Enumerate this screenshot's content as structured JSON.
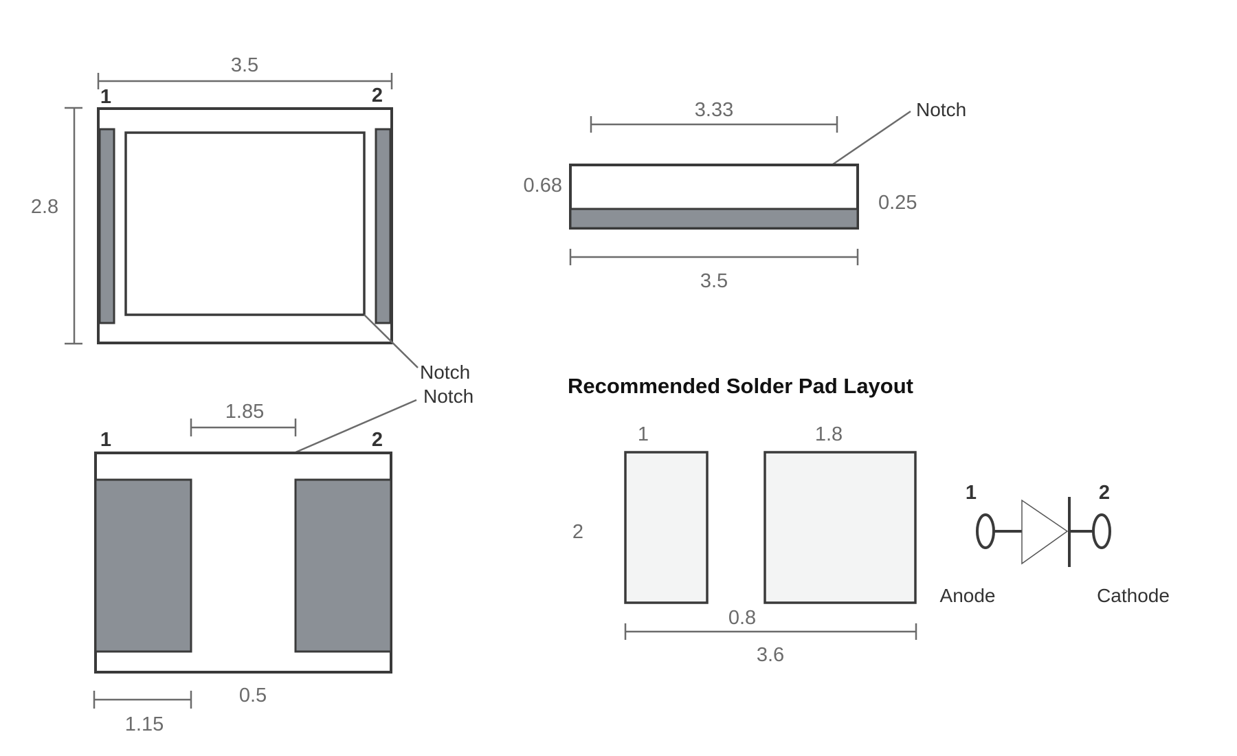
{
  "top_view": {
    "width_dim": "3.5",
    "height_dim": "2.8",
    "pin1": "1",
    "pin2": "2",
    "notch_label": "Notch"
  },
  "side_view": {
    "notch_width_dim": "3.33",
    "height_dim": "0.68",
    "base_dim": "0.25",
    "length_dim": "3.5",
    "notch_label": "Notch"
  },
  "bottom_view": {
    "notch_label": "Notch",
    "gap_dim": "1.85",
    "pin1": "1",
    "pin2": "2",
    "edge_dim": "0.5",
    "pad_dim": "1.15"
  },
  "solder_pad": {
    "title": "Recommended Solder Pad Layout",
    "pad1_width": "1",
    "pad2_width": "1.8",
    "pad_height": "2",
    "gap": "0.8",
    "total_width": "3.6"
  },
  "symbol": {
    "pin1": "1",
    "pin2": "2",
    "anode": "Anode",
    "cathode": "Cathode"
  }
}
